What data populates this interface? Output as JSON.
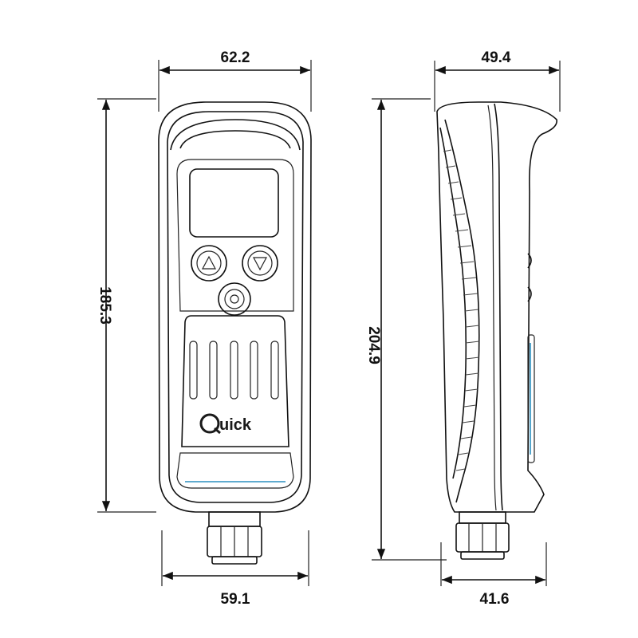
{
  "dimensions": {
    "front_width_top": "62.2",
    "front_width_bottom": "59.1",
    "front_height": "185.3",
    "side_width_top": "49.4",
    "side_width_bottom": "41.6",
    "side_height": "204.9"
  },
  "logo": {
    "text": "uick"
  },
  "colors": {
    "line": "#111111",
    "accent": "#2a8fbf"
  }
}
